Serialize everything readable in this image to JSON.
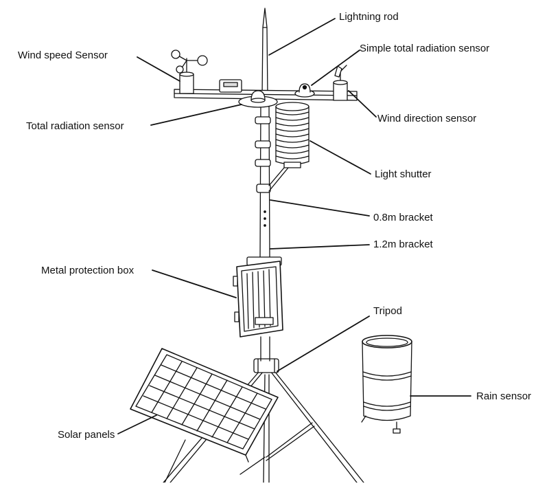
{
  "labels": {
    "lightning_rod": "Lightning rod",
    "wind_speed_sensor": "Wind speed Sensor",
    "simple_total_radiation_sensor": "Simple total radiation sensor",
    "total_radiation_sensor": "Total radiation sensor",
    "wind_direction_sensor": "Wind direction sensor",
    "light_shutter": "Light shutter",
    "bracket_08": "0.8m bracket",
    "bracket_12": "1.2m bracket",
    "metal_protection_box": "Metal protection box",
    "tripod": "Tripod",
    "rain_sensor": "Rain sensor",
    "solar_panels": "Solar panels"
  },
  "colors": {
    "line": "#111111",
    "fill": "#ffffff",
    "shade": "#dddddd"
  }
}
